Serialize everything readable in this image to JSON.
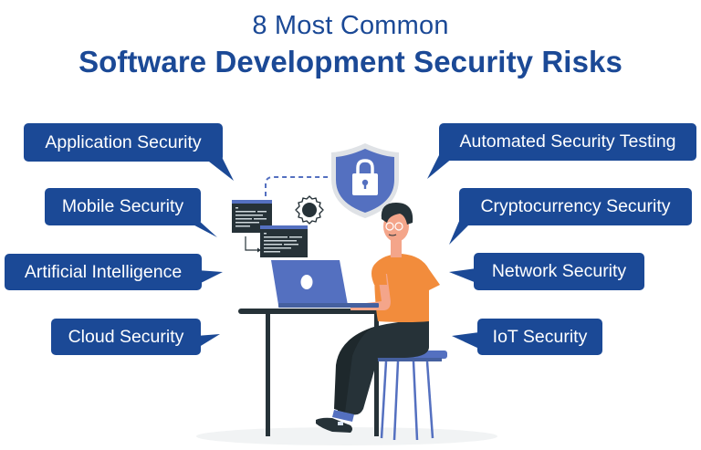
{
  "header": {
    "line1": "8 Most Common",
    "line2": "Software Development Security Risks"
  },
  "colors": {
    "brand_blue": "#1b4996",
    "illustration_blue": "#5470c0",
    "orange": "#f28c3c",
    "dark": "#263238"
  },
  "risks_left": [
    {
      "label": "Application Security"
    },
    {
      "label": "Mobile Security"
    },
    {
      "label": "Artificial Intelligence"
    },
    {
      "label": "Cloud Security"
    }
  ],
  "risks_right": [
    {
      "label": "Automated Security Testing"
    },
    {
      "label": "Cryptocurrency Security"
    },
    {
      "label": "Network Security"
    },
    {
      "label": "IoT Security"
    }
  ],
  "illustration": {
    "icons": [
      "shield-lock-icon",
      "gear-icon",
      "code-window-icon",
      "laptop-icon",
      "developer-person"
    ]
  }
}
